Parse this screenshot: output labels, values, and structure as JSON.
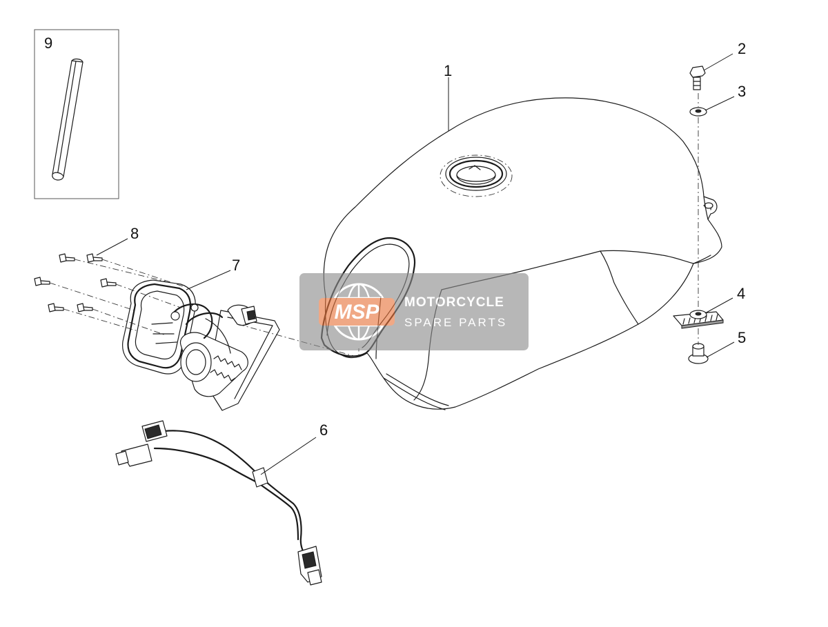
{
  "callouts": [
    {
      "id": "1",
      "label": "1"
    },
    {
      "id": "2",
      "label": "2"
    },
    {
      "id": "3",
      "label": "3"
    },
    {
      "id": "4",
      "label": "4"
    },
    {
      "id": "5",
      "label": "5"
    },
    {
      "id": "6",
      "label": "6"
    },
    {
      "id": "7",
      "label": "7"
    },
    {
      "id": "8",
      "label": "8"
    },
    {
      "id": "9",
      "label": "9"
    }
  ],
  "watermark": {
    "logo_text": "MSP",
    "brand": "MOTORCYCLE",
    "subtitle": "SPARE PARTS",
    "accent_color": "#e8743b",
    "panel_color": "#8c8c8c"
  }
}
